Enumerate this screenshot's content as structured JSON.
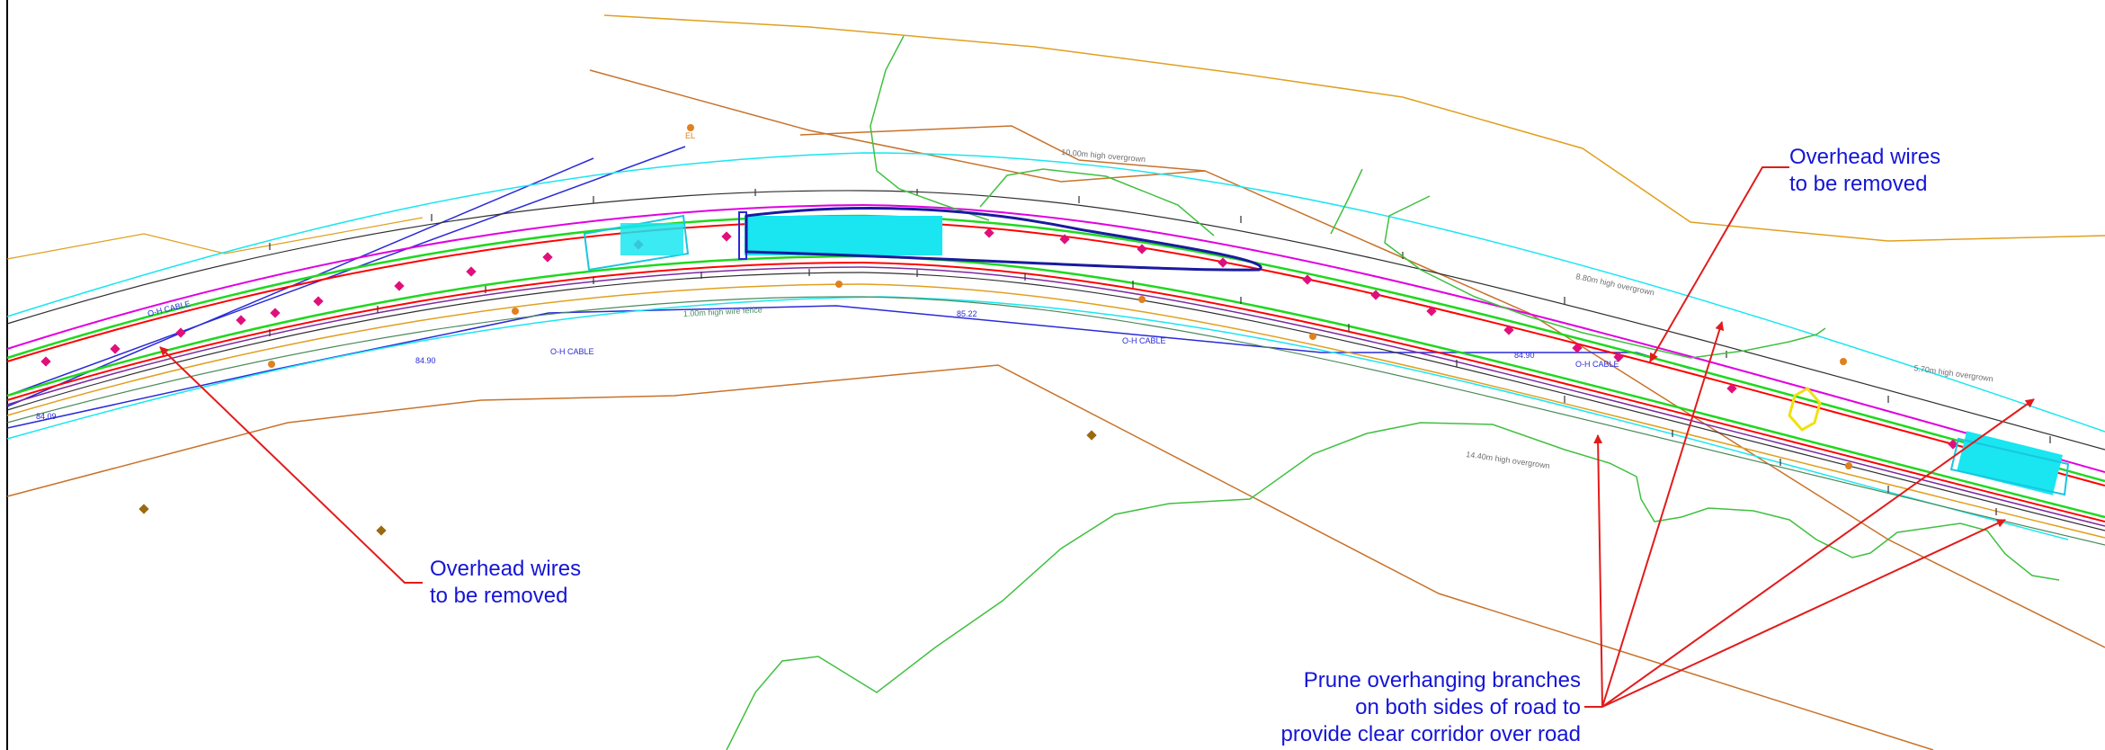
{
  "callouts": {
    "right_line1": "Overhead wires",
    "right_line2": "to be removed",
    "left_line1": "Overhead wires",
    "left_line2": "to be removed",
    "prune_line1": "Prune overhanging branches",
    "prune_line2": "on both sides of road to",
    "prune_line3": "provide clear corridor over road"
  },
  "labels": {
    "oh_cable": "O-H CABLE",
    "fence": "1.00m high wire fence",
    "overgrown_10": "10.00m high overgrown",
    "overgrown_8": "8.80m high overgrown",
    "overgrown_5": "5.70m high overgrown",
    "overgrown_14": "14.40m high overgrown",
    "el": "EL",
    "lv_8490": "84.90",
    "lv_8522": "85.22",
    "lv_8490b": "84.90",
    "lv_8509": "84.09"
  },
  "colors": {
    "callout_text": "#1515d6",
    "arrow": "#e21b1b",
    "road_edge": "#ff0000",
    "green_edge": "#1ed81e",
    "magenta": "#e000e0",
    "cyan": "#19e6f0",
    "orange": "#e0a020",
    "brown": "#c8722a",
    "blue_cable": "#2a2ad8",
    "tree_line": "#40c040"
  }
}
